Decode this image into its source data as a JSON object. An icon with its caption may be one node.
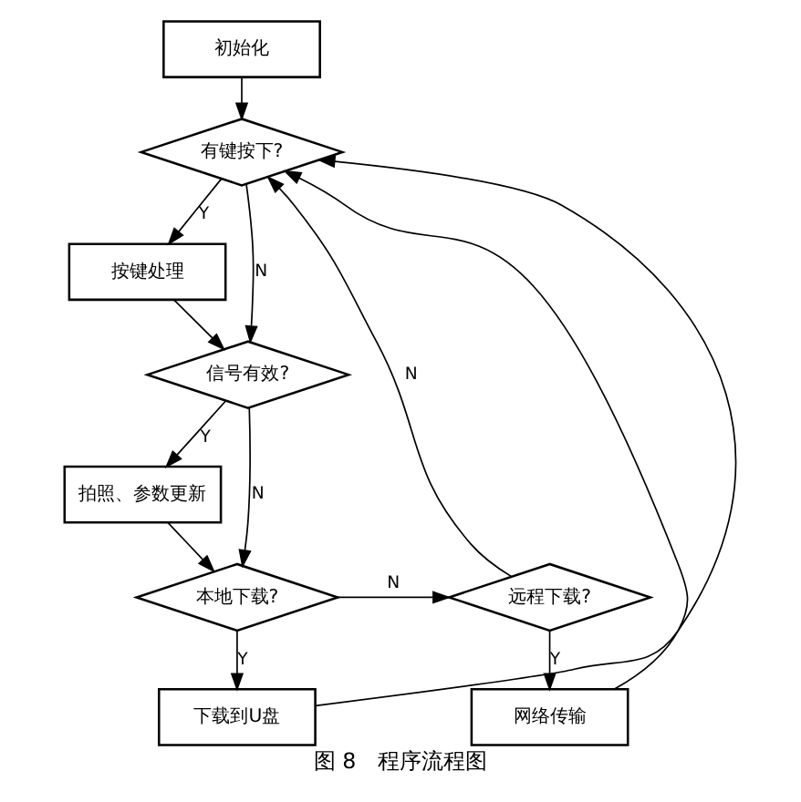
{
  "diagram": {
    "caption": "图 8　程序流程图",
    "nodes": [
      {
        "text": [
          "初始化"
        ]
      },
      {
        "text": [
          "有键按下?"
        ]
      },
      {
        "text": [
          "按键处理"
        ]
      },
      {
        "text": [
          "信号有效?"
        ]
      },
      {
        "text": [
          "拍照、参数更新"
        ]
      },
      {
        "text": [
          "本地下载?"
        ]
      },
      {
        "text": [
          "远程下载?"
        ]
      },
      {
        "text": [
          "网络传输"
        ]
      },
      {
        "text": [
          "下载到U盘"
        ]
      }
    ],
    "edges": [
      {
        "from": 0,
        "to": 1,
        "arrow": "to"
      },
      {
        "from": 1,
        "to": 2,
        "arrow": "to",
        "label": "Y"
      },
      {
        "from": 1,
        "to": 3,
        "arrow": "to",
        "label": "N"
      },
      {
        "from": 2,
        "to": 3,
        "arrow": "to"
      },
      {
        "from": 3,
        "to": 4,
        "arrow": "to",
        "label": "Y"
      },
      {
        "from": 3,
        "to": 5,
        "arrow": "to",
        "label": "N"
      },
      {
        "from": 4,
        "to": 5,
        "arrow": "to"
      },
      {
        "from": 5,
        "to": 8,
        "arrow": "to",
        "label": "Y"
      },
      {
        "from": 5,
        "to": 6,
        "arrow": "to",
        "label": "N"
      },
      {
        "from": 6,
        "to": 7,
        "arrow": "to",
        "label": "Y"
      },
      {
        "from": 6,
        "to": 1,
        "arrow": "to",
        "label": "N"
      },
      {
        "from": 7,
        "to": 1,
        "arrow": "to"
      },
      {
        "from": 8,
        "to": 1,
        "arrow": "to"
      }
    ]
  }
}
